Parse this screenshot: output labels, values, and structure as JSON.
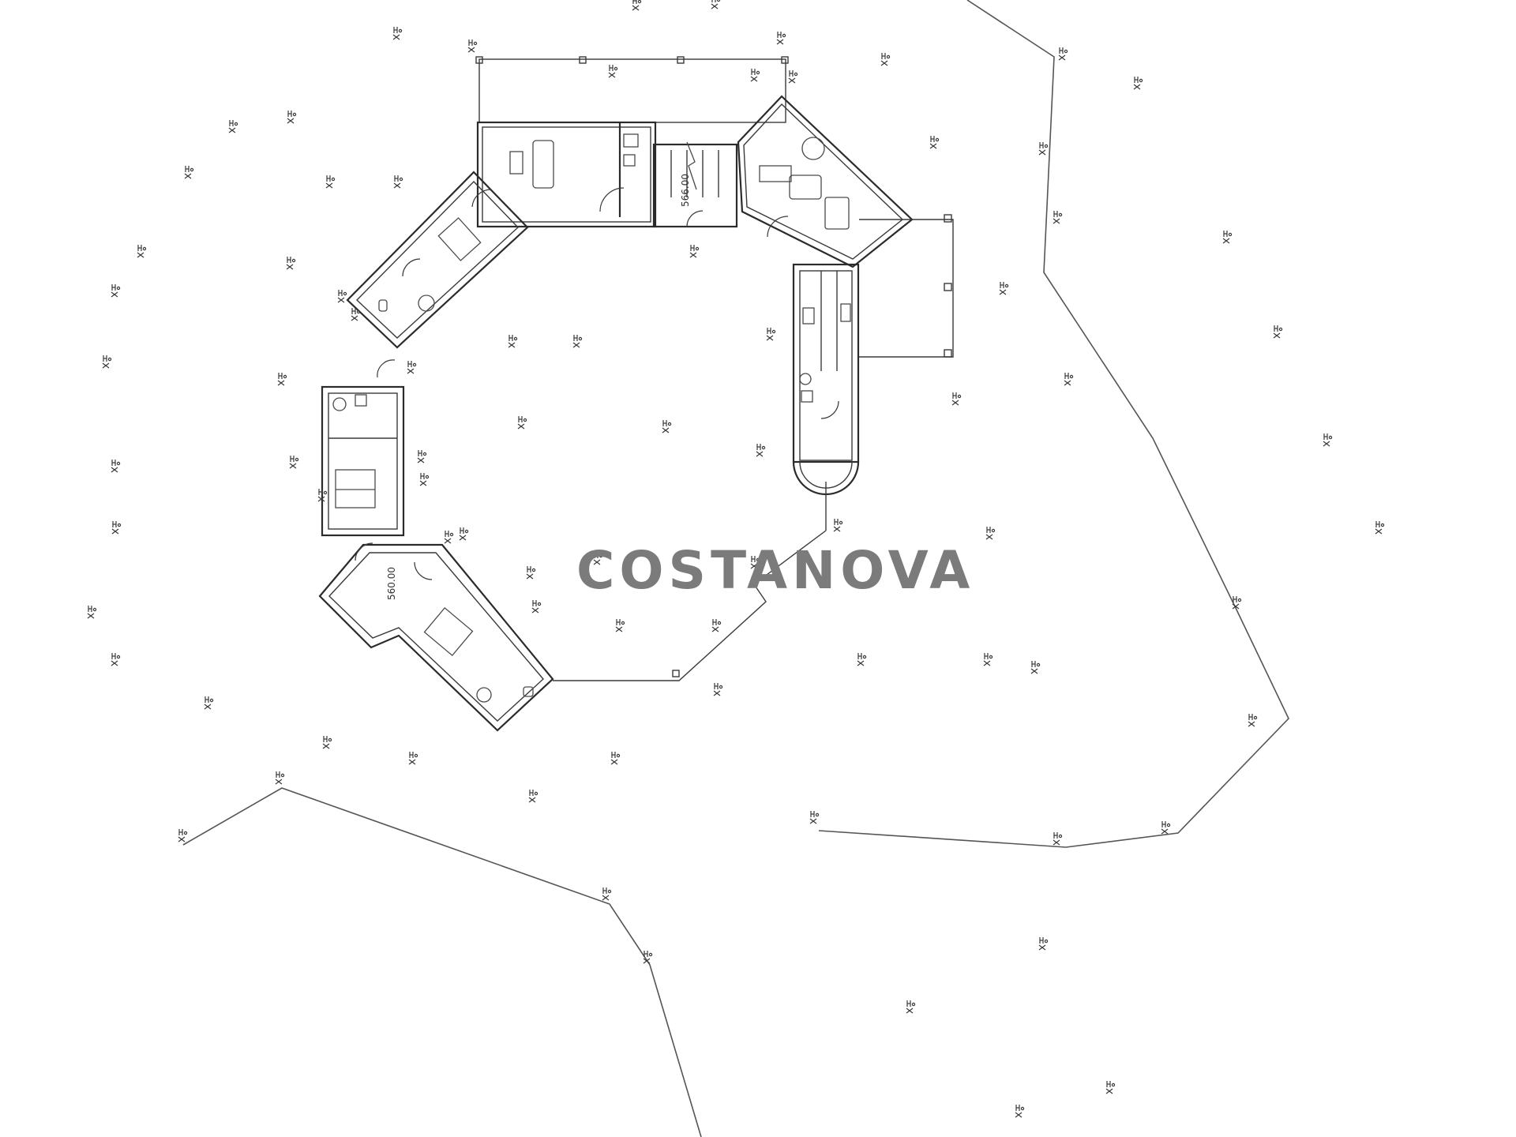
{
  "plan": {
    "dimension_upper": "566.00",
    "dimension_lower": "560.00"
  },
  "watermark": {
    "brand": "COSTANOVA",
    "registered_mark": "®",
    "color": "#7b7b7b"
  },
  "colors": {
    "lines": "#2b2b2b",
    "background": "#ffffff"
  },
  "tree_symbol": {
    "icon": "tree-survey-icon"
  }
}
